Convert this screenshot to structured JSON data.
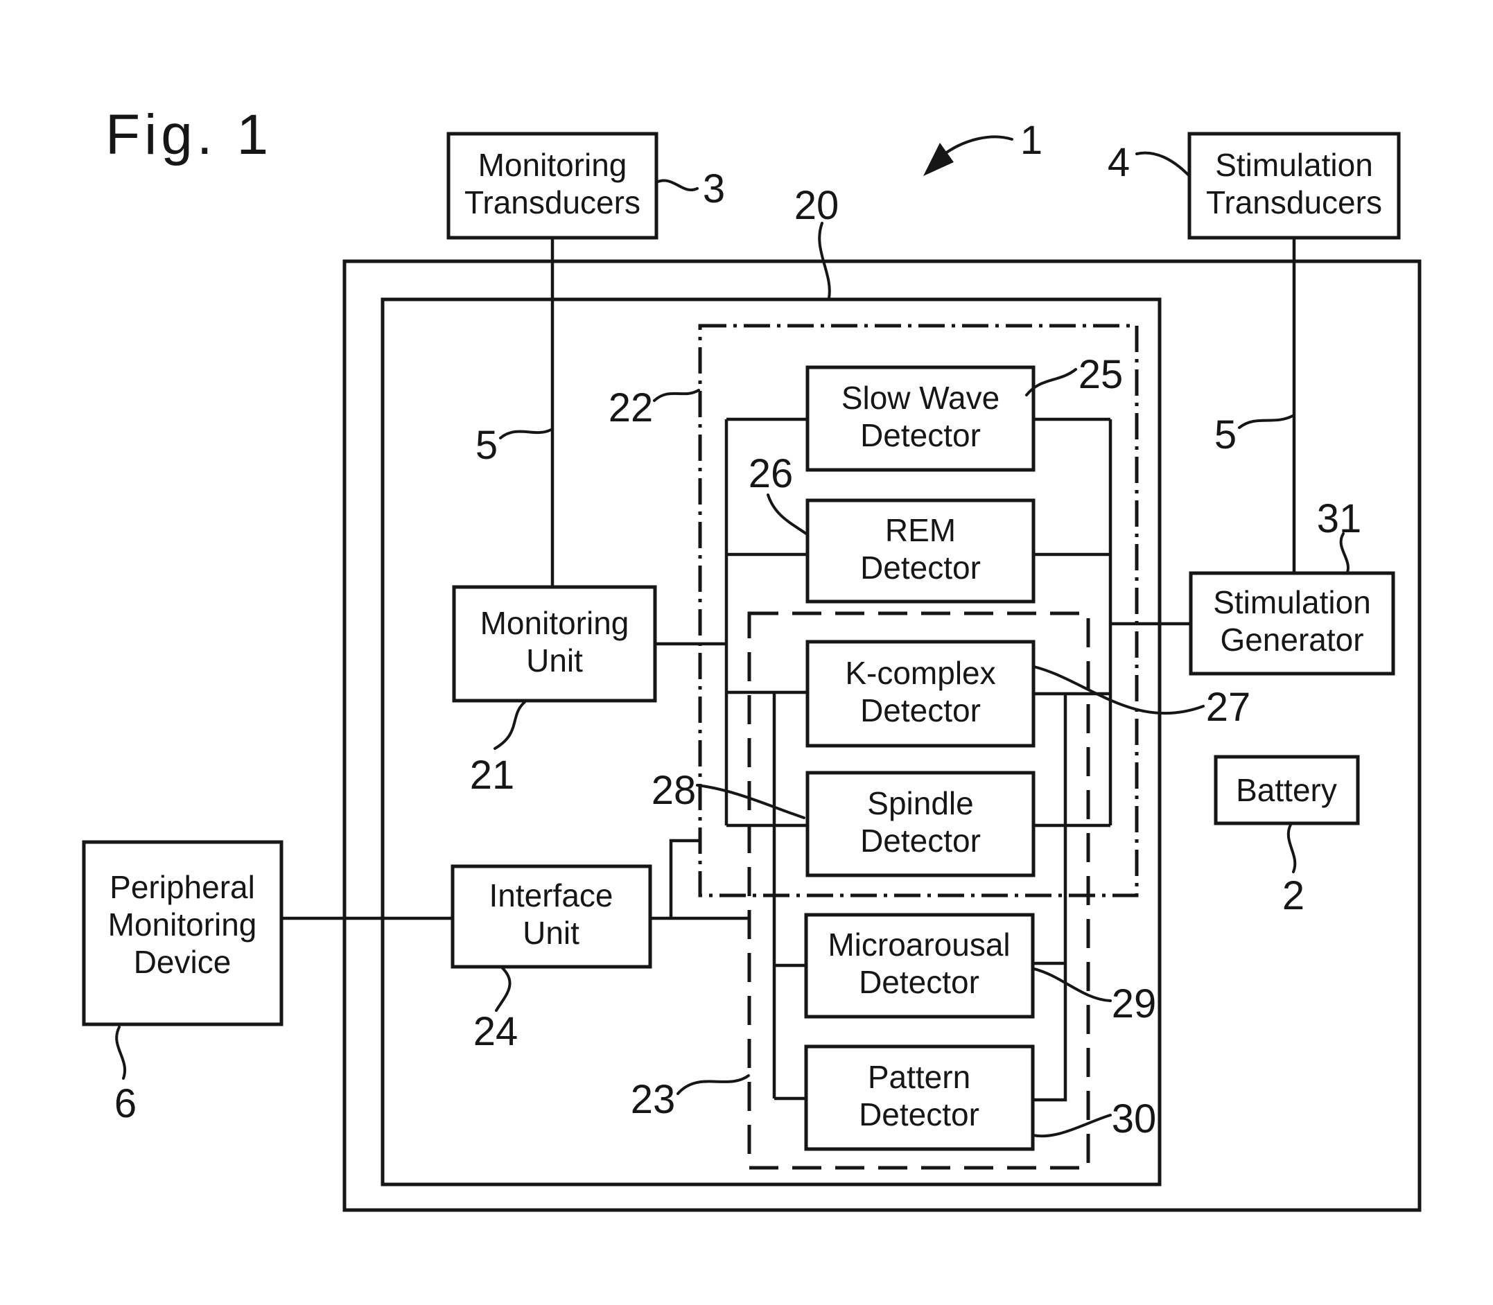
{
  "figure_title": "Fig. 1",
  "blocks": {
    "monitoring_transducers": {
      "line1": "Monitoring",
      "line2": "Transducers"
    },
    "stimulation_transducers": {
      "line1": "Stimulation",
      "line2": "Transducers"
    },
    "monitoring_unit": {
      "line1": "Monitoring",
      "line2": "Unit"
    },
    "interface_unit": {
      "line1": "Interface",
      "line2": "Unit"
    },
    "peripheral_monitoring_device": {
      "line1": "Peripheral",
      "line2": "Monitoring",
      "line3": "Device"
    },
    "stimulation_generator": {
      "line1": "Stimulation",
      "line2": "Generator"
    },
    "battery": {
      "line1": "Battery"
    },
    "slow_wave_detector": {
      "line1": "Slow Wave",
      "line2": "Detector"
    },
    "rem_detector": {
      "line1": "REM",
      "line2": "Detector"
    },
    "k_complex_detector": {
      "line1": "K-complex",
      "line2": "Detector"
    },
    "spindle_detector": {
      "line1": "Spindle",
      "line2": "Detector"
    },
    "microarousal_detector": {
      "line1": "Microarousal",
      "line2": "Detector"
    },
    "pattern_detector": {
      "line1": "Pattern",
      "line2": "Detector"
    }
  },
  "refs": {
    "r1": "1",
    "r2": "2",
    "r3": "3",
    "r4": "4",
    "r5": "5",
    "r6": "6",
    "r20": "20",
    "r21": "21",
    "r22": "22",
    "r23": "23",
    "r24": "24",
    "r25": "25",
    "r26": "26",
    "r27": "27",
    "r28": "28",
    "r29": "29",
    "r30": "30",
    "r31": "31"
  },
  "colors": {
    "ink": "#161616",
    "background": "#ffffff"
  }
}
